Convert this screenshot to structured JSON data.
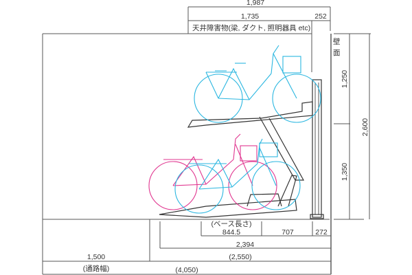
{
  "dimensions": {
    "top_total": "1,987",
    "top_clear": "1,735",
    "top_right": "252",
    "ceiling_note": "天井障害物(梁, ダクト, 照明器具 etc)",
    "wall_label": "壁面",
    "upper_height": "1,250",
    "lower_height": "1,350",
    "total_height": "2,600",
    "base_label": "(ベース長さ)",
    "base_length": "844.5",
    "mid_length": "707",
    "post_length": "272",
    "rack_length": "2,394",
    "aisle_width": "1,500",
    "aisle_label": "(通路幅)",
    "rack_depth_total": "(2,550)",
    "overall_total": "(4,050)"
  },
  "colors": {
    "upper_bike": "#29b6e0",
    "lower_bike_a": "#e0358f",
    "lower_bike_b": "#29b6e0"
  }
}
